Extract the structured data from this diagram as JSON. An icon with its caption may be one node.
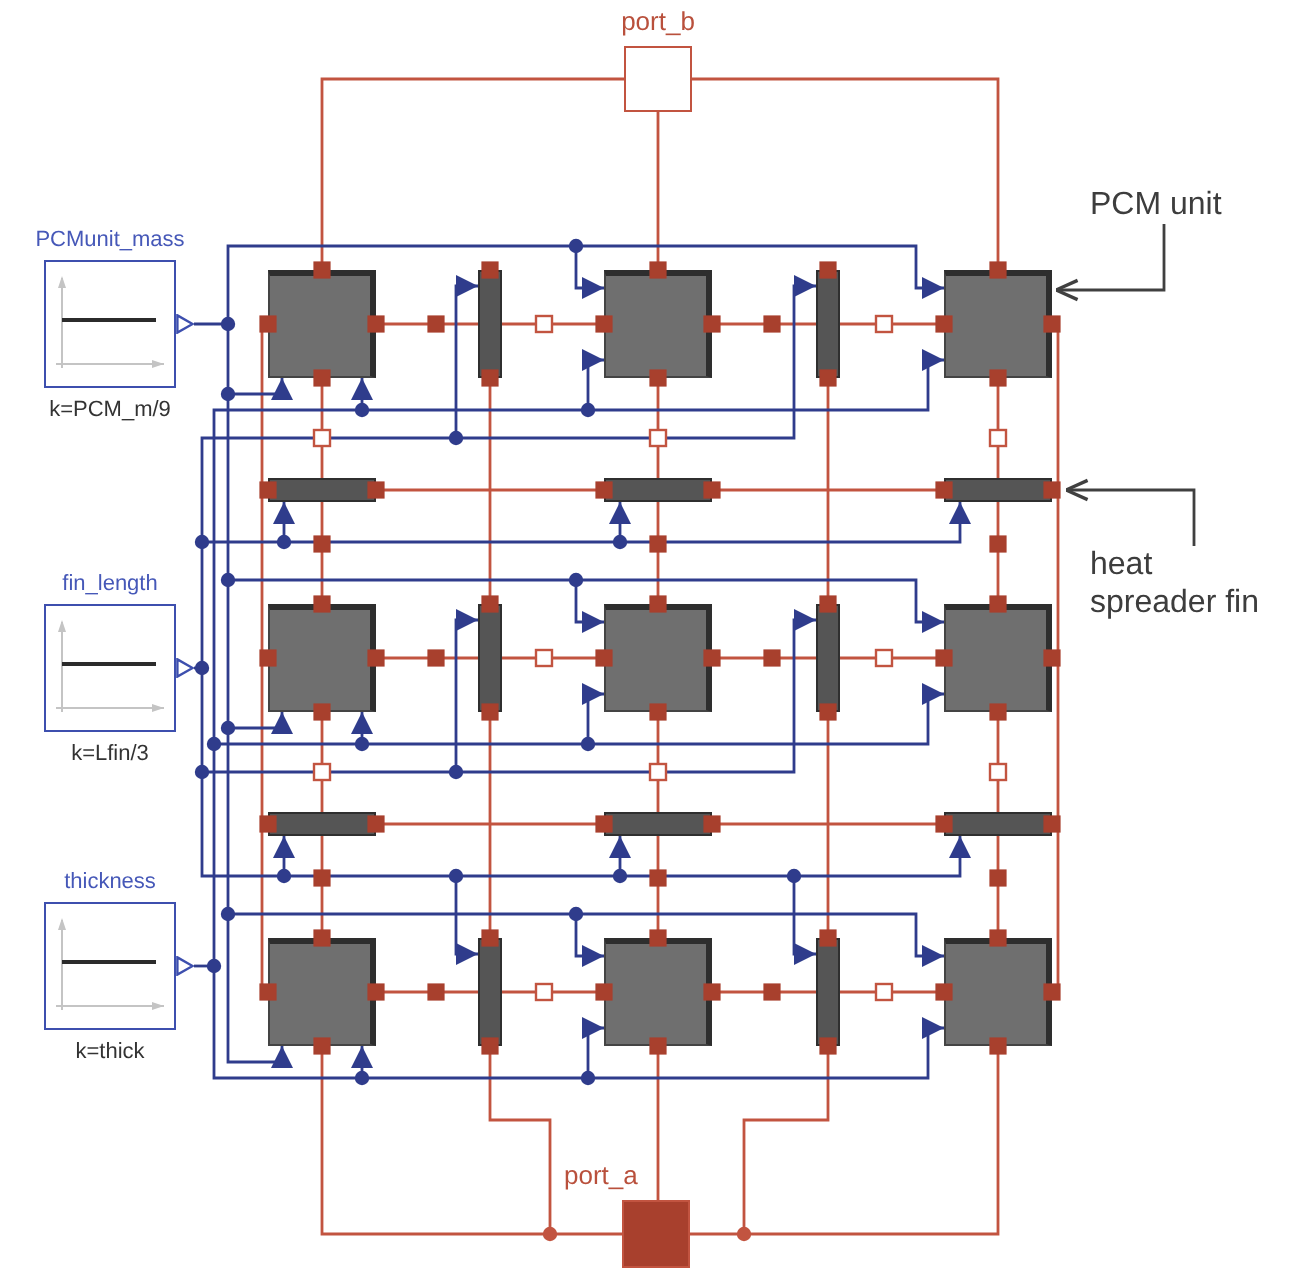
{
  "diagram": {
    "nodes": [
      {
        "text": [
          "port_b"
        ]
      },
      {
        "text": [
          "PCMunit_mass",
          "k=PCM_m/9"
        ]
      },
      {
        "text": [
          "PCM unit"
        ]
      },
      {
        "text": [],
        "shape": "box"
      },
      {
        "text": [],
        "shape": "bar"
      },
      {
        "text": [],
        "shape": "box"
      },
      {
        "text": [],
        "shape": "bar"
      },
      {
        "text": [],
        "shape": "box"
      },
      {
        "text": [],
        "shape": "bar"
      },
      {
        "text": [],
        "shape": "bar"
      },
      {
        "text": [],
        "shape": "bar"
      },
      {
        "text": [
          "heat spreader fin"
        ]
      },
      {
        "text": [
          "fin_length",
          "k=Lfin/3"
        ]
      },
      {
        "text": [],
        "shape": "box"
      },
      {
        "text": [],
        "shape": "bar"
      },
      {
        "text": [],
        "shape": "box"
      },
      {
        "text": [],
        "shape": "bar"
      },
      {
        "text": [],
        "shape": "box"
      },
      {
        "text": [],
        "shape": "bar"
      },
      {
        "text": [],
        "shape": "bar"
      },
      {
        "text": [],
        "shape": "bar"
      },
      {
        "text": [
          "thickness",
          "k=thick"
        ]
      },
      {
        "text": [],
        "shape": "box"
      },
      {
        "text": [],
        "shape": "bar"
      },
      {
        "text": [],
        "shape": "box"
      },
      {
        "text": [],
        "shape": "bar"
      },
      {
        "text": [],
        "shape": "box"
      },
      {
        "text": [
          "port_a"
        ]
      }
    ],
    "edges": [
      {
        "from": 0,
        "to": 3,
        "arrow": "none"
      },
      {
        "from": 0,
        "to": 5,
        "arrow": "none"
      },
      {
        "from": 0,
        "to": 7,
        "arrow": "none"
      },
      {
        "from": 3,
        "to": 4,
        "arrow": "none"
      },
      {
        "from": 4,
        "to": 5,
        "arrow": "none"
      },
      {
        "from": 5,
        "to": 6,
        "arrow": "none"
      },
      {
        "from": 6,
        "to": 7,
        "arrow": "none"
      },
      {
        "from": 13,
        "to": 14,
        "arrow": "none"
      },
      {
        "from": 14,
        "to": 15,
        "arrow": "none"
      },
      {
        "from": 15,
        "to": 16,
        "arrow": "none"
      },
      {
        "from": 16,
        "to": 17,
        "arrow": "none"
      },
      {
        "from": 22,
        "to": 23,
        "arrow": "none"
      },
      {
        "from": 23,
        "to": 24,
        "arrow": "none"
      },
      {
        "from": 24,
        "to": 25,
        "arrow": "none"
      },
      {
        "from": 25,
        "to": 26,
        "arrow": "none"
      },
      {
        "from": 3,
        "to": 8,
        "arrow": "none"
      },
      {
        "from": 8,
        "to": 13,
        "arrow": "none"
      },
      {
        "from": 13,
        "to": 18,
        "arrow": "none"
      },
      {
        "from": 18,
        "to": 22,
        "arrow": "none"
      },
      {
        "from": 5,
        "to": 9,
        "arrow": "none"
      },
      {
        "from": 9,
        "to": 15,
        "arrow": "none"
      },
      {
        "from": 15,
        "to": 19,
        "arrow": "none"
      },
      {
        "from": 19,
        "to": 24,
        "arrow": "none"
      },
      {
        "from": 7,
        "to": 10,
        "arrow": "none"
      },
      {
        "from": 10,
        "to": 17,
        "arrow": "none"
      },
      {
        "from": 17,
        "to": 20,
        "arrow": "none"
      },
      {
        "from": 20,
        "to": 26,
        "arrow": "none"
      },
      {
        "from": 4,
        "to": 14,
        "arrow": "none"
      },
      {
        "from": 14,
        "to": 23,
        "arrow": "none"
      },
      {
        "from": 23,
        "to": 27,
        "arrow": "none"
      },
      {
        "from": 6,
        "to": 16,
        "arrow": "none"
      },
      {
        "from": 16,
        "to": 25,
        "arrow": "none"
      },
      {
        "from": 25,
        "to": 27,
        "arrow": "none"
      },
      {
        "from": 8,
        "to": 9,
        "arrow": "none"
      },
      {
        "from": 9,
        "to": 10,
        "arrow": "none"
      },
      {
        "from": 18,
        "to": 19,
        "arrow": "none"
      },
      {
        "from": 19,
        "to": 20,
        "arrow": "none"
      },
      {
        "from": 3,
        "to": 8,
        "arrow": "none"
      },
      {
        "from": 8,
        "to": 13,
        "arrow": "none"
      },
      {
        "from": 13,
        "to": 18,
        "arrow": "none"
      },
      {
        "from": 18,
        "to": 22,
        "arrow": "none"
      },
      {
        "from": 7,
        "to": 10,
        "arrow": "none"
      },
      {
        "from": 10,
        "to": 17,
        "arrow": "none"
      },
      {
        "from": 17,
        "to": 20,
        "arrow": "none"
      },
      {
        "from": 20,
        "to": 26,
        "arrow": "none"
      },
      {
        "from": 22,
        "to": 27,
        "arrow": "none"
      },
      {
        "from": 24,
        "to": 27,
        "arrow": "none"
      },
      {
        "from": 26,
        "to": 27,
        "arrow": "none"
      },
      {
        "from": 1,
        "to": 3,
        "arrow": "to",
        "color": "#2f3c8c"
      },
      {
        "from": 1,
        "to": 5,
        "arrow": "to",
        "color": "#2f3c8c"
      },
      {
        "from": 1,
        "to": 7,
        "arrow": "to",
        "color": "#2f3c8c"
      },
      {
        "from": 1,
        "to": 13,
        "arrow": "to",
        "color": "#2f3c8c"
      },
      {
        "from": 1,
        "to": 15,
        "arrow": "to",
        "color": "#2f3c8c"
      },
      {
        "from": 1,
        "to": 17,
        "arrow": "to",
        "color": "#2f3c8c"
      },
      {
        "from": 1,
        "to": 22,
        "arrow": "to",
        "color": "#2f3c8c"
      },
      {
        "from": 1,
        "to": 24,
        "arrow": "to",
        "color": "#2f3c8c"
      },
      {
        "from": 1,
        "to": 26,
        "arrow": "to",
        "color": "#2f3c8c"
      },
      {
        "from": 21,
        "to": 3,
        "arrow": "to",
        "color": "#2f3c8c"
      },
      {
        "from": 21,
        "to": 5,
        "arrow": "to",
        "color": "#2f3c8c"
      },
      {
        "from": 21,
        "to": 7,
        "arrow": "to",
        "color": "#2f3c8c"
      },
      {
        "from": 21,
        "to": 13,
        "arrow": "to",
        "color": "#2f3c8c"
      },
      {
        "from": 21,
        "to": 15,
        "arrow": "to",
        "color": "#2f3c8c"
      },
      {
        "from": 21,
        "to": 17,
        "arrow": "to",
        "color": "#2f3c8c"
      },
      {
        "from": 21,
        "to": 22,
        "arrow": "to",
        "color": "#2f3c8c"
      },
      {
        "from": 21,
        "to": 24,
        "arrow": "to",
        "color": "#2f3c8c"
      },
      {
        "from": 21,
        "to": 26,
        "arrow": "to",
        "color": "#2f3c8c"
      },
      {
        "from": 12,
        "to": 4,
        "arrow": "to",
        "color": "#2f3c8c"
      },
      {
        "from": 12,
        "to": 6,
        "arrow": "to",
        "color": "#2f3c8c"
      },
      {
        "from": 12,
        "to": 8,
        "arrow": "to",
        "color": "#2f3c8c"
      },
      {
        "from": 12,
        "to": 9,
        "arrow": "to",
        "color": "#2f3c8c"
      },
      {
        "from": 12,
        "to": 10,
        "arrow": "to",
        "color": "#2f3c8c"
      },
      {
        "from": 12,
        "to": 14,
        "arrow": "to",
        "color": "#2f3c8c"
      },
      {
        "from": 12,
        "to": 16,
        "arrow": "to",
        "color": "#2f3c8c"
      },
      {
        "from": 12,
        "to": 18,
        "arrow": "to",
        "color": "#2f3c8c"
      },
      {
        "from": 12,
        "to": 19,
        "arrow": "to",
        "color": "#2f3c8c"
      },
      {
        "from": 12,
        "to": 20,
        "arrow": "to",
        "color": "#2f3c8c"
      },
      {
        "from": 12,
        "to": 23,
        "arrow": "to",
        "color": "#2f3c8c"
      },
      {
        "from": 12,
        "to": 25,
        "arrow": "to",
        "color": "#2f3c8c"
      },
      {
        "from": 2,
        "to": 7,
        "arrow": "to",
        "color": "#404040"
      },
      {
        "from": 11,
        "to": 10,
        "arrow": "to",
        "color": "#404040"
      }
    ]
  }
}
